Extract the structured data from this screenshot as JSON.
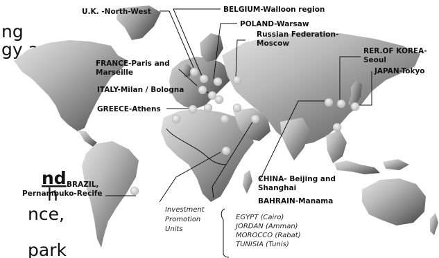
{
  "background_text": {
    "line1": "ng",
    "line2": "gy and",
    "line3": "nd",
    "line4": "h",
    "line5": "nce,",
    "line6": "park"
  },
  "labels": {
    "uk": "U.K. -North-West",
    "belgium": "BELGIUM-Walloon region",
    "poland": "POLAND-Warsaw",
    "russia_1": "Russian Federation-",
    "russia_2": "Moscow",
    "korea_1": "RER.OF KOREA-",
    "korea_2": "Seoul",
    "japan": "JAPAN-Tokyo",
    "france_1": "FRANCE-Paris and",
    "france_2": "Marseille",
    "italy": "ITALY-Milan / Bologna",
    "greece": "GREECE-Athens",
    "brazil_1": "BRAZIL,",
    "brazil_2": "Pernambuko-Recife",
    "china_1": "CHINA- Beijing and",
    "china_2": "Shanghai",
    "bahrain": "BAHRAIN-Manama",
    "ipu_1": "Investment",
    "ipu_2": "Promotion",
    "ipu_3": "Units",
    "egypt": "EGYPT (Cairo)",
    "jordan": "JORDAN (Amman)",
    "morocco": "MOROCCO (Rabat)",
    "tunisia": "TUNISIA (Tunis)"
  }
}
